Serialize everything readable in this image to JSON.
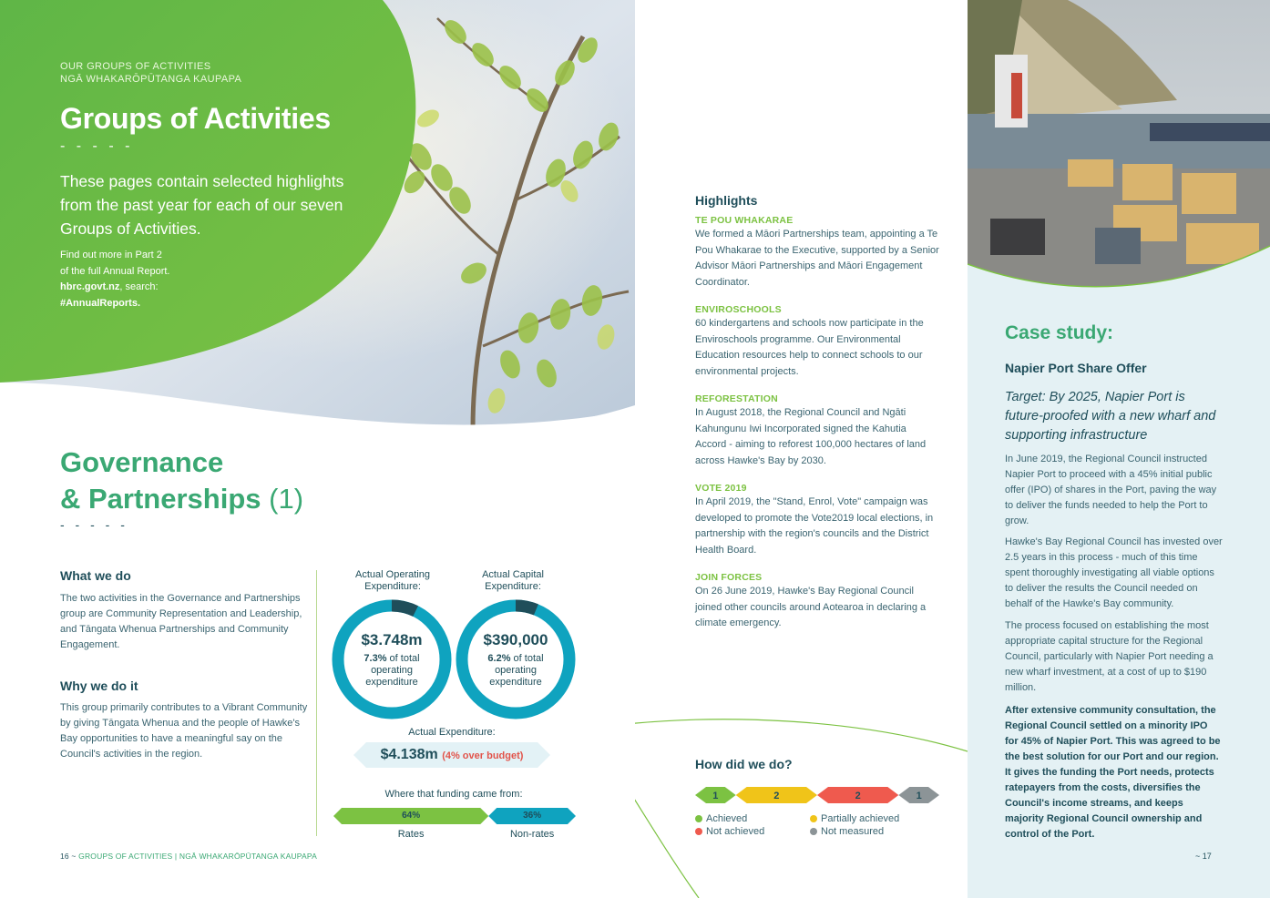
{
  "left": {
    "kicker_en": "OUR GROUPS OF ACTIVITIES",
    "kicker_mi": "NGĀ WHAKARŌPŪTANGA KAUPAPA",
    "title": "Groups of Activities",
    "dash": "- - - - -",
    "intro": "These pages contain selected highlights from the past year for each of our seven Groups of Activities.",
    "more_1": "Find out more in Part 2",
    "more_2": "of the full Annual Report.",
    "more_link": "hbrc.govt.nz",
    "more_3": ", search:",
    "more_tag": "#AnnualReports.",
    "gov_title_1": "Governance",
    "gov_title_2": "& Partnerships",
    "gov_title_num": "(1)",
    "what_heading": "What we do",
    "what_text": "The two activities in the Governance and Partnerships group are Community Representation and Leadership, and Tāngata Whenua Partnerships and Community Engagement.",
    "why_heading": "Why we do it",
    "why_text": "This group primarily contributes to a Vibrant Community by giving Tāngata Whenua and the people of Hawke's Bay opportunities to have a meaningful say on the Council's activities in the region.",
    "footer_page": "16",
    "footer_sep": " ~ ",
    "footer_text": "GROUPS OF ACTIVITIES | NGĀ WHAKARŌPŪTANGA KAUPAPA"
  },
  "stats": {
    "operating": {
      "label_1": "Actual Operating",
      "label_2": "Expenditure:",
      "amount": "$3.748m",
      "pct": "7.3%",
      "sub_1": " of total",
      "sub_2": "operating",
      "sub_3": "expenditure",
      "fraction": 0.073
    },
    "capital": {
      "label_1": "Actual Capital",
      "label_2": "Expenditure:",
      "amount": "$390,000",
      "pct": "6.2%",
      "sub_1": " of total",
      "sub_2": "operating",
      "sub_3": "expenditure",
      "fraction": 0.062
    },
    "actual_label": "Actual Expenditure:",
    "actual_amount": "$4.138m",
    "actual_note": "(4% over budget)",
    "funding_label": "Where that funding came from:",
    "funding": [
      {
        "pct": "64%",
        "caption": "Rates",
        "value": 64,
        "color": "#7cc242"
      },
      {
        "pct": "36%",
        "caption": "Non-rates",
        "value": 36,
        "color": "#0fa3bf"
      }
    ]
  },
  "right": {
    "highlights_title": "Highlights",
    "highlights": [
      {
        "head": "TE POU WHAKARAE",
        "text": "We formed a Māori Partnerships team, appointing a Te Pou Whakarae to the Executive, supported by a Senior Advisor Māori Partnerships and Māori Engagement Coordinator."
      },
      {
        "head": "ENVIROSCHOOLS",
        "text": "60 kindergartens and schools now participate in the Enviroschools programme. Our Environmental Education resources help to connect schools to our environmental projects."
      },
      {
        "head": "REFORESTATION",
        "text": "In August 2018, the Regional Council and Ngāti Kahungunu Iwi Incorporated signed the Kahutia Accord - aiming to reforest 100,000 hectares of land across Hawke's Bay by 2030."
      },
      {
        "head": "VOTE 2019",
        "text": "In April 2019, the \"Stand, Enrol, Vote\" campaign was developed to promote the Vote2019 local elections, in partnership with the region's councils and the District Health Board."
      },
      {
        "head": "JOIN FORCES",
        "text": "On 26 June 2019, Hawke's Bay Regional Council joined other councils around Aotearoa in declaring a climate emergency."
      }
    ],
    "how_title": "How did we do?",
    "ratings": [
      {
        "label": "1",
        "count": 1,
        "color": "#7cc242",
        "name": "Achieved"
      },
      {
        "label": "2",
        "count": 2,
        "color": "#f0c419",
        "name": "Partially achieved"
      },
      {
        "label": "2",
        "count": 2,
        "color": "#ef5a4e",
        "name": "Not achieved"
      },
      {
        "label": "1",
        "count": 1,
        "color": "#8c9497",
        "name": "Not measured"
      }
    ],
    "case_title": "Case study:",
    "case_sub": "Napier Port Share Offer",
    "case_target": "Target: By 2025, Napier Port is future-proofed with a new wharf and supporting infrastructure",
    "case_p1": "In June 2019, the Regional Council instructed Napier Port to proceed with a 45% initial public offer (IPO) of shares in the Port, paving the way to deliver the funds needed to help the Port to grow.",
    "case_p2": "Hawke's Bay Regional Council has invested over 2.5 years in this process - much of this time spent thoroughly investigating all viable options to deliver the results the Council needed on behalf of the Hawke's Bay community.",
    "case_p3": "The process focused on establishing the most appropriate capital structure for the Regional Council, particularly with Napier Port needing a new wharf investment, at a cost of up to $190 million.",
    "case_bold": "After extensive community consultation, the Regional Council settled on a minority IPO for 45% of Napier Port. This was agreed to be the best solution for our Port and our region. It gives the funding the Port needs, protects ratepayers from the costs, diversifies the Council's income streams, and keeps majority Regional Council ownership and control of the Port.",
    "footer_page": "~ 17"
  },
  "colors": {
    "green": "#7cc242",
    "teal": "#0fa3bf",
    "navy": "#1f4e5a",
    "title_green": "#3aa873",
    "red": "#e2534a"
  }
}
